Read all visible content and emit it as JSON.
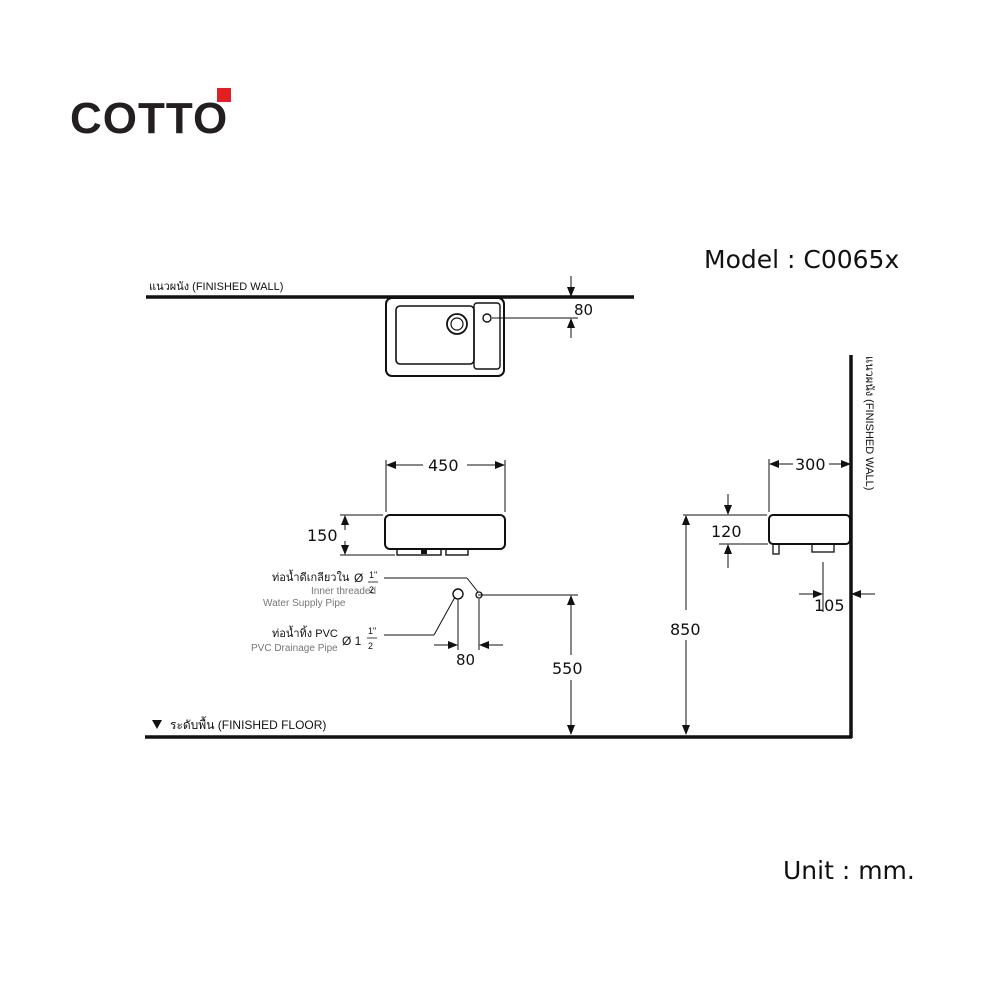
{
  "brand": {
    "name": "COTTO",
    "accent": "#e31e24"
  },
  "model": "Model : C0065x",
  "unit": "Unit : mm.",
  "labels": {
    "finished_wall_top": "แนวผนัง (FINISHED WALL)",
    "finished_wall_side": "แนวผนัง (FINISHED WALL)",
    "finished_floor": "ระดับพื้น (FINISHED FLOOR)",
    "water_supply_th": "ท่อน้ำดีเกลียวใน",
    "water_supply_en1": "Inner threaded",
    "water_supply_en2": "Water Supply Pipe",
    "water_supply_size": "Ø 1\"/2",
    "drain_th": "ท่อน้ำทิ้ง PVC",
    "drain_en": "PVC Drainage Pipe",
    "drain_size": "Ø 1 1\"/2"
  },
  "dimensions": {
    "top_offset": "80",
    "width": "450",
    "height": "150",
    "pipe_spacing": "80",
    "pipe_height": "550",
    "depth": "300",
    "side_height": "120",
    "install_height": "850",
    "drain_offset": "105"
  }
}
